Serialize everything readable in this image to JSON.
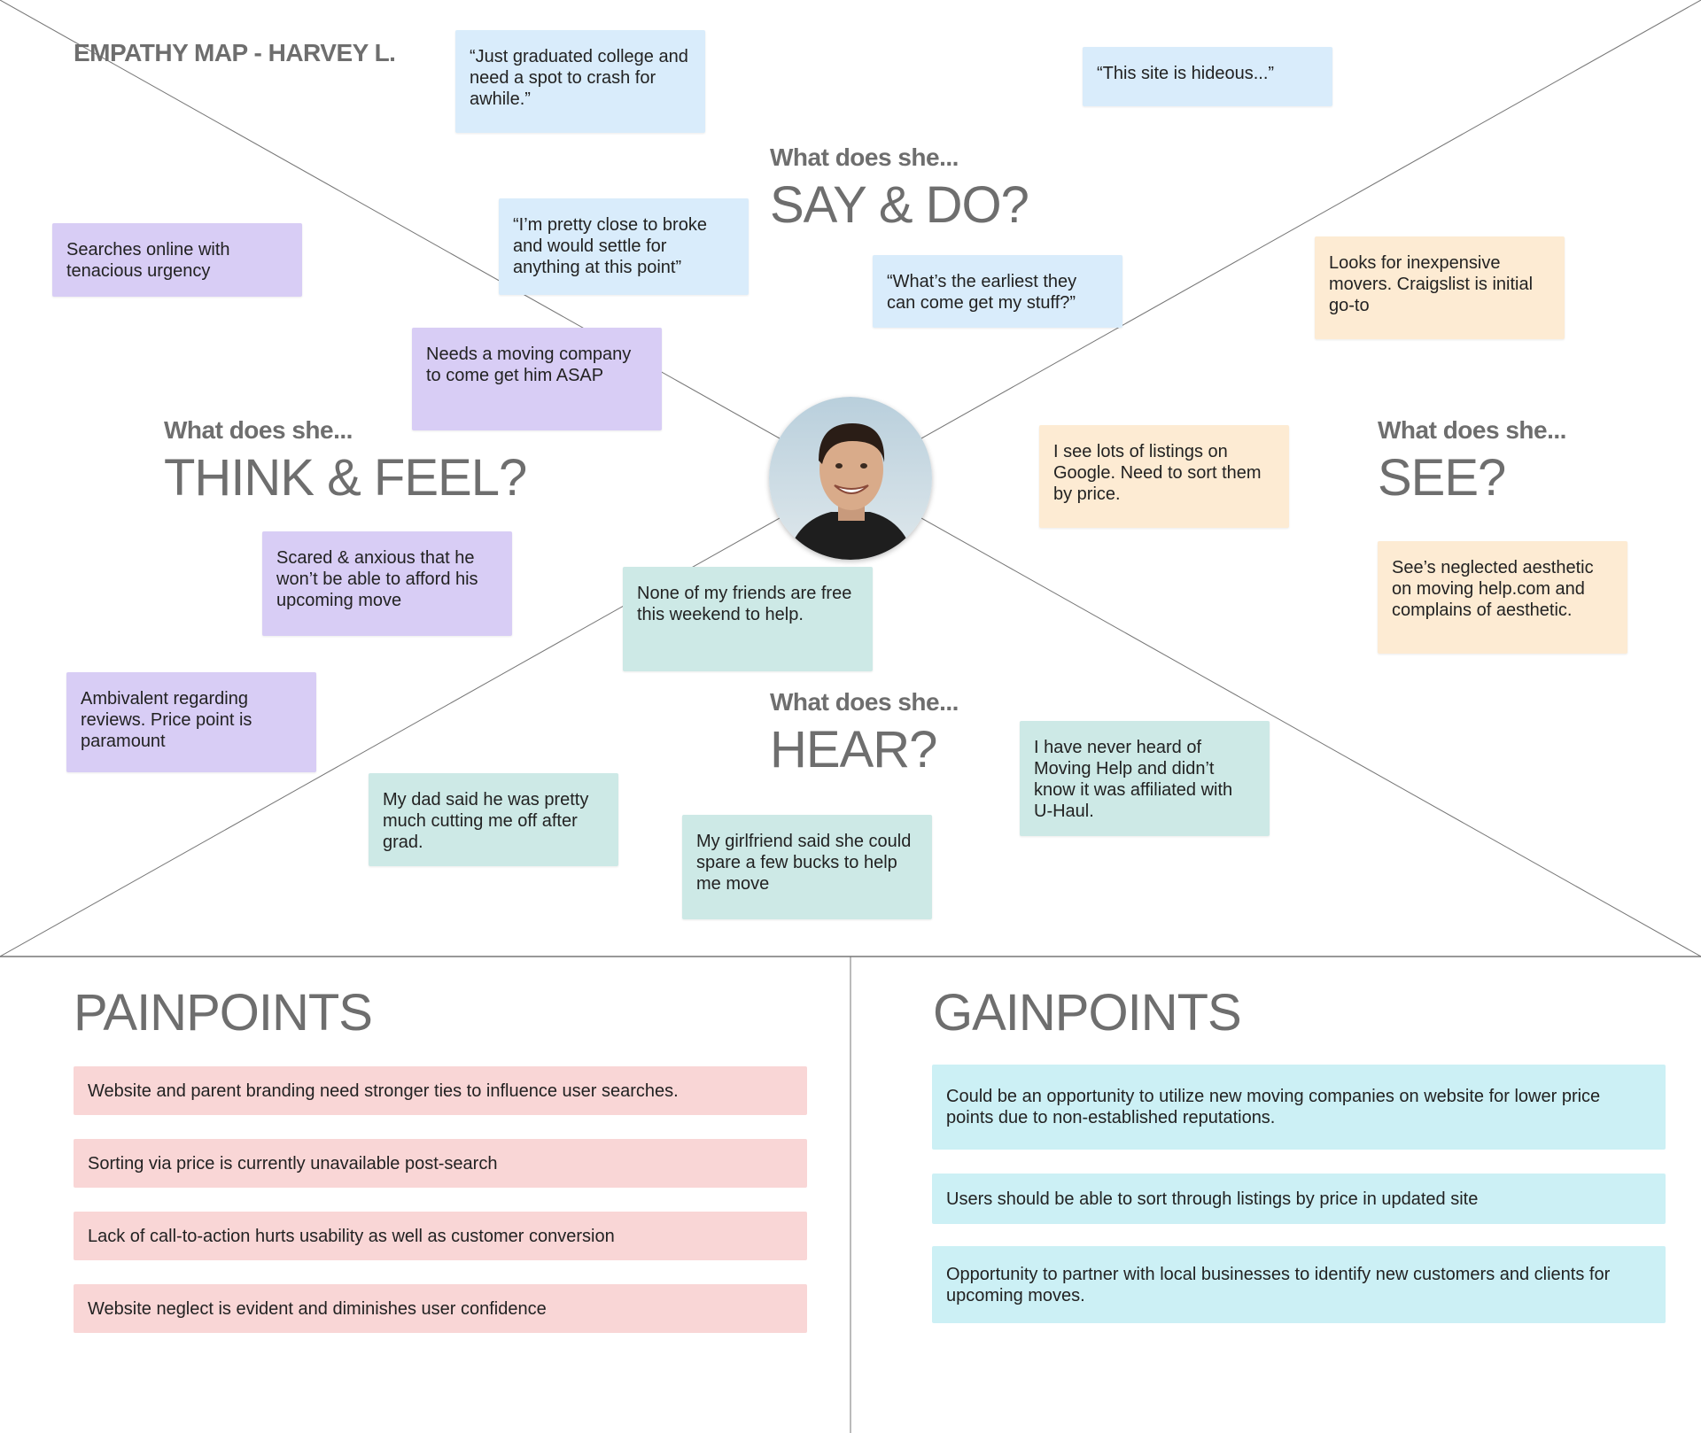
{
  "title": "EMPATHY MAP - HARVEY L.",
  "quadrants": {
    "say_do": {
      "prompt": "What does she...",
      "label": "SAY & DO?"
    },
    "think_feel": {
      "prompt": "What does she...",
      "label": "THINK & FEEL?"
    },
    "see": {
      "prompt": "What does she...",
      "label": "SEE?"
    },
    "hear": {
      "prompt": "What does she...",
      "label": "HEAR?"
    }
  },
  "say_notes": [
    "“Just graduated college and need a spot to crash for awhile.”",
    "“This site is hideous...”",
    "“I’m pretty close to broke and would settle for anything at this point”",
    "“What’s the earliest they can come get my stuff?”"
  ],
  "think_notes": [
    "Searches online with tenacious urgency",
    "Needs a moving company to come get him ASAP",
    "Scared & anxious that he won’t be able to afford his upcoming move",
    "Ambivalent regarding reviews. Price point is paramount"
  ],
  "see_notes": [
    "Looks for inexpensive movers. Craigslist is initial go-to",
    "I see lots of listings on Google. Need to sort them by price.",
    "See’s neglected aesthetic on moving help.com and complains of aesthetic."
  ],
  "hear_notes": [
    "None of my friends are free this weekend to help.",
    "I have never heard of Moving Help and didn’t know it was affiliated with U-Haul.",
    "My dad said he was pretty much cutting me off after grad.",
    "My girlfriend said she could spare a few bucks to help me move"
  ],
  "painpoints": {
    "heading": "PAINPOINTS",
    "items": [
      "Website and parent branding need stronger ties to influence user searches.",
      "Sorting via price is currently unavailable post-search",
      "Lack of call-to-action hurts usability as well as customer conversion",
      "Website neglect is evident and diminishes user confidence"
    ]
  },
  "gainpoints": {
    "heading": "GAINPOINTS",
    "items": [
      "Could be an opportunity to utilize new moving companies on website for lower price points due to non-established reputations.",
      "Users should be able to sort through listings by price in updated site",
      "Opportunity to partner with local businesses to identify new customers and clients for upcoming moves."
    ]
  },
  "colors": {
    "say": "#d9ecfb",
    "think": "#d8cdf5",
    "see": "#fdebd3",
    "hear": "#cde9e6",
    "pain": "#f9d6d6",
    "gain": "#ccf0f5"
  }
}
